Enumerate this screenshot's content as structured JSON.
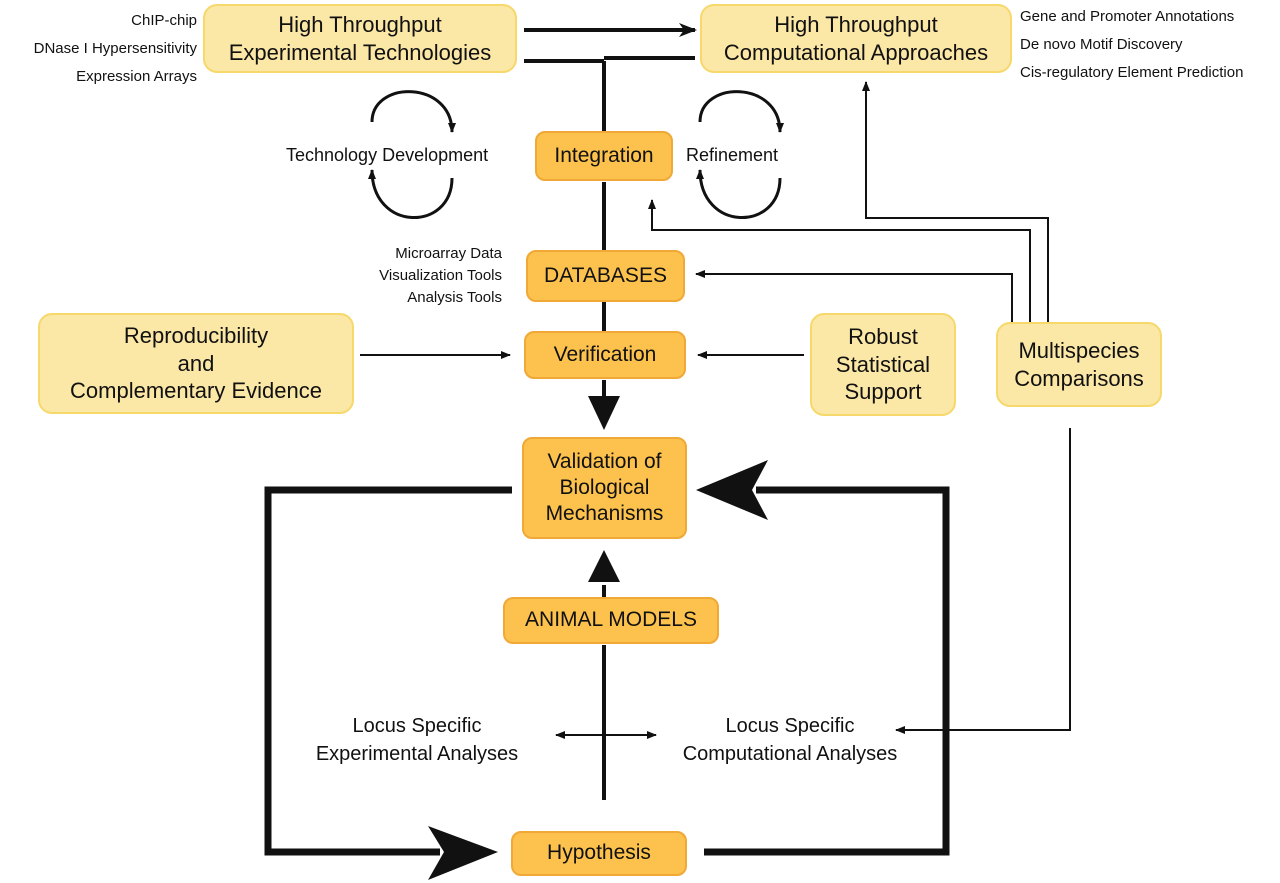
{
  "nodes": {
    "ht_exp": [
      "High Throughput",
      "Experimental Technologies"
    ],
    "ht_comp": [
      "High Throughput",
      "Computational Approaches"
    ],
    "integration": [
      "Integration"
    ],
    "databases": [
      "DATABASES"
    ],
    "verification": [
      "Verification"
    ],
    "reproducibility": [
      "Reproducibility",
      "and",
      "Complementary Evidence"
    ],
    "robust": [
      "Robust",
      "Statistical",
      "Support"
    ],
    "multispecies": [
      "Multispecies",
      "Comparisons"
    ],
    "validation": [
      "Validation of",
      "Biological",
      "Mechanisms"
    ],
    "animal_models": [
      "ANIMAL MODELS"
    ],
    "hypothesis": [
      "Hypothesis"
    ]
  },
  "labels": {
    "exp_tech_list": [
      "ChIP-chip",
      "DNase I  Hypersensitivity",
      "Expression Arrays"
    ],
    "comp_list": [
      "Gene and Promoter Annotations",
      "De novo Motif Discovery",
      "Cis-regulatory Element Prediction"
    ],
    "technology_development": [
      "Technology Development"
    ],
    "refinement": [
      "Refinement"
    ],
    "db_tools": [
      "Microarray Data",
      "Visualization Tools",
      "Analysis Tools"
    ],
    "locus_exp": [
      "Locus Specific",
      "Experimental Analyses"
    ],
    "locus_comp": [
      "Locus Specific",
      "Computational Analyses"
    ]
  },
  "colors": {
    "light_fill": "#fbe7a6",
    "dark_fill": "#fcc24d",
    "line": "#111111"
  }
}
